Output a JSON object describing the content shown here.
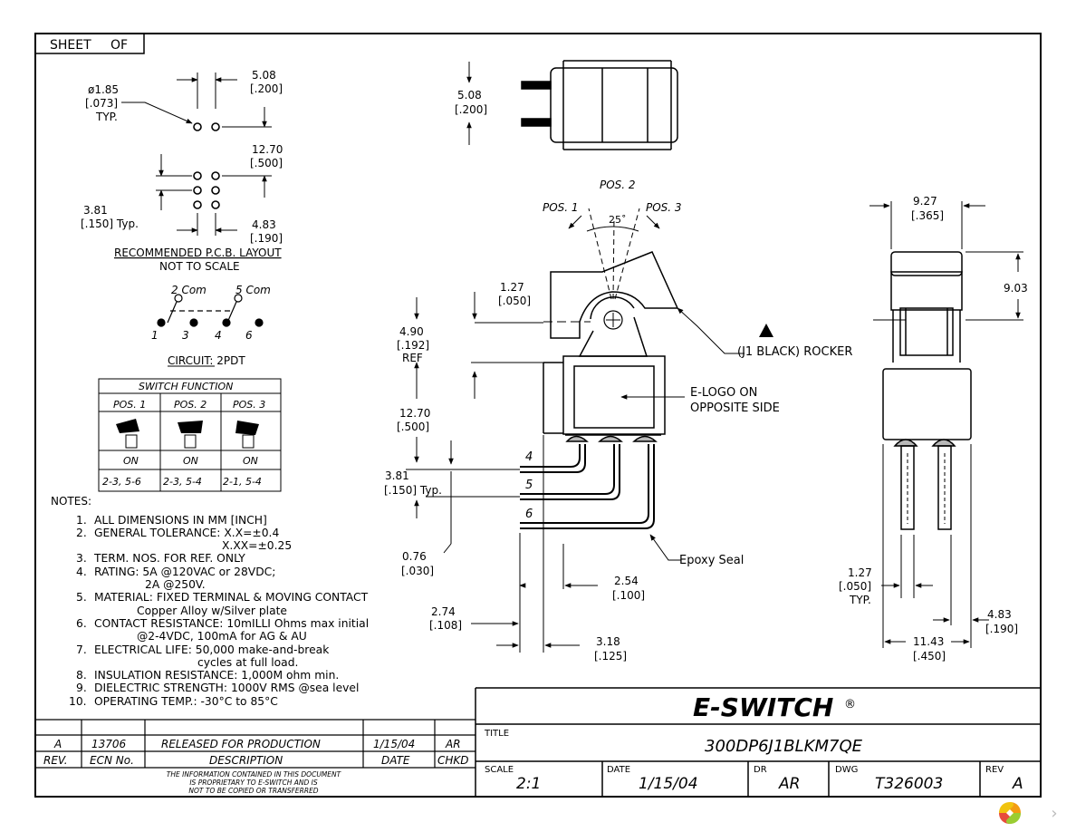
{
  "header": {
    "sheet_label": "SHEET",
    "of_label": "OF"
  },
  "pcb": {
    "dia_mm": "ø1.85",
    "dia_in": "[.073]",
    "dia_typ": "TYP.",
    "pitch_mm": "5.08",
    "pitch_in": "[.200]",
    "h_mm": "12.70",
    "h_in": "[.500]",
    "row_mm": "3.81",
    "row_in": "[.150] Typ.",
    "side_mm": "4.83",
    "side_in": "[.190]",
    "title": "RECOMMENDED P.C.B. LAYOUT",
    "subtitle": "NOT TO SCALE"
  },
  "circuit": {
    "com2": "2 Com",
    "com5": "5 Com",
    "t1": "1",
    "t3": "3",
    "t4": "4",
    "t6": "6",
    "label": "CIRCUIT:   2PDT"
  },
  "switch_function": {
    "title": "SWITCH FUNCTION",
    "columns": [
      "POS. 1",
      "POS. 2",
      "POS. 3"
    ],
    "state": [
      "ON",
      "ON",
      "ON"
    ],
    "connections": [
      "2-3, 5-6",
      "2-3, 5-4",
      "2-1, 5-4"
    ]
  },
  "notes": {
    "heading": "NOTES:",
    "lines": [
      {
        "num": "1.",
        "text": "ALL DIMENSIONS IN MM [INCH]"
      },
      {
        "num": "2.",
        "text": "GENERAL TOLERANCE:  X.X=±0.4"
      },
      {
        "num": "",
        "text": "X.XX=±0.25"
      },
      {
        "num": "3.",
        "text": "TERM. NOS. FOR REF. ONLY"
      },
      {
        "num": "4.",
        "text": "RATING: 5A @120VAC or 28VDC;"
      },
      {
        "num": "",
        "text": "2A @250V."
      },
      {
        "num": "5.",
        "text": "MATERIAL: FIXED TERMINAL & MOVING CONTACT"
      },
      {
        "num": "",
        "text": "Copper Alloy w/Silver plate"
      },
      {
        "num": "6.",
        "text": "CONTACT RESISTANCE: 10mILLI Ohms max initial"
      },
      {
        "num": "",
        "text": "@2-4VDC, 100mA for AG & AU"
      },
      {
        "num": "7.",
        "text": "ELECTRICAL LIFE: 50,000 make-and-break"
      },
      {
        "num": "",
        "text": "cycles at full load."
      },
      {
        "num": "8.",
        "text": "INSULATION RESISTANCE: 1,000M ohm min."
      },
      {
        "num": "9.",
        "text": "DIELECTRIC STRENGTH: 1000V RMS @sea level"
      },
      {
        "num": "10.",
        "text": "OPERATING TEMP.: -30°C to 85°C"
      }
    ]
  },
  "top_view": {
    "dim_mm": "5.08",
    "dim_in": "[.200]"
  },
  "side_view": {
    "pos2": "POS. 2",
    "pos1": "POS. 1",
    "pos3": "POS. 3",
    "angle": "25˚",
    "d127_mm": "1.27",
    "d127_in": "[.050]",
    "d490_mm": "4.90",
    "d490_in": "[.192]",
    "d490_ref": "REF",
    "d1270_mm": "12.70",
    "d1270_in": "[.500]",
    "d381_mm": "3.81",
    "d381_in": "[.150] Typ.",
    "d076_mm": "0.76",
    "d076_in": "[.030]",
    "d254_mm": "2.54",
    "d254_in": "[.100]",
    "d274_mm": "2.74",
    "d274_in": "[.108]",
    "d318_mm": "3.18",
    "d318_in": "[.125]",
    "term4": "4",
    "term5": "5",
    "term6": "6",
    "rocker_label": "(J1 BLACK) ROCKER",
    "elogo_1": "E-LOGO ON",
    "elogo_2": "OPPOSITE SIDE",
    "epoxy": "Epoxy  Seal"
  },
  "end_view": {
    "d927_mm": "9.27",
    "d927_in": "[.365]",
    "d903": "9.03",
    "d127_mm": "1.27",
    "d127_in": "[.050]",
    "d127_typ": "TYP.",
    "d483_mm": "4.83",
    "d483_in": "[.190]",
    "d1143_mm": "11.43",
    "d1143_in": "[.450]"
  },
  "revision": {
    "row": {
      "rev": "A",
      "ecn": "13706",
      "desc": "RELEASED FOR PRODUCTION",
      "date": "1/15/04",
      "chkd": "AR"
    },
    "headers": {
      "rev": "REV.",
      "ecn": "ECN No.",
      "desc": "DESCRIPTION",
      "date": "DATE",
      "chkd": "CHKD"
    },
    "proprietary": [
      "THE INFORMATION CONTAINED IN THIS DOCUMENT",
      "IS PROPRIETARY TO E-SWITCH AND IS",
      "NOT TO BE COPIED OR TRANSFERRED"
    ]
  },
  "title_block": {
    "logo": "E-SWITCH",
    "logo_mark": "®",
    "title_label": "TITLE",
    "title": "300DP6J1BLKM7QE",
    "scale_label": "SCALE",
    "scale": "2:1",
    "date_label": "DATE",
    "date": "1/15/04",
    "dr_label": "DR",
    "dr": "AR",
    "dwg_label": "DWG",
    "dwg": "T326003",
    "rev_label": "REV",
    "rev": "A"
  },
  "viewer": {
    "next_icon": "chevron-right-icon"
  }
}
